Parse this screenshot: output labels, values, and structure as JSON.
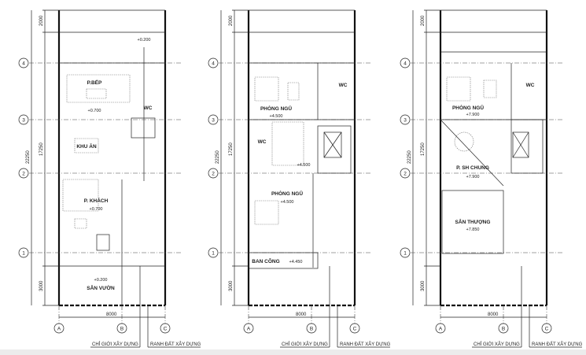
{
  "grid": {
    "rows": [
      "4",
      "3",
      "2",
      "1"
    ],
    "cols": [
      "A",
      "B",
      "C"
    ]
  },
  "dimensions": {
    "top": "2000",
    "middle": "17250",
    "total": "22250",
    "bottom": "3000",
    "width": "8000"
  },
  "labels": {
    "setback_line": "CHỈ GIỚI XÂY DỰNG",
    "boundary_line": "RANH ĐẤT XÂY DỰNG"
  },
  "plans": [
    {
      "rooms": [
        {
          "name": "P.BẾP",
          "level": "+0.700"
        },
        {
          "name": "WC"
        },
        {
          "name": "KHU ĂN"
        },
        {
          "name": "P. KHÁCH",
          "level": "+0.700"
        },
        {
          "name": "SÂN VƯỜN",
          "level": "+0.200"
        }
      ],
      "rear_level": "+0.200"
    },
    {
      "rooms": [
        {
          "name": "PHÒNG NGỦ",
          "level": "+4.500"
        },
        {
          "name": "WC"
        },
        {
          "name": "WC"
        },
        {
          "name": "PHÒNG NGỦ",
          "level": "+4.500"
        },
        {
          "name": "BAN CÔNG",
          "level": "+4.450"
        }
      ],
      "hall_level": "+4.500"
    },
    {
      "rooms": [
        {
          "name": "PHÒNG NGỦ",
          "level": "+7.900"
        },
        {
          "name": "WC"
        },
        {
          "name": "P. SH CHUNG",
          "level": "+7.900"
        },
        {
          "name": "SÂN THƯỢNG",
          "level": "+7.850"
        }
      ]
    }
  ]
}
